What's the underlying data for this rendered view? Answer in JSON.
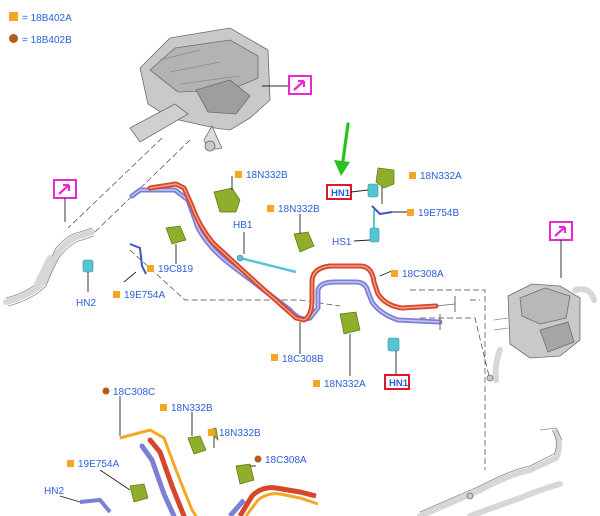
{
  "legend": [
    {
      "marker": "square",
      "color": "#f5a623",
      "text": "= 18B402A"
    },
    {
      "marker": "circle",
      "color": "#b35d1a",
      "text": "= 18B402B"
    }
  ],
  "colors": {
    "hot_hose": "#d4472a",
    "cold_hose": "#7c7fd6",
    "clip": "#8fae2b",
    "sensor": "#58c3d3",
    "highlight_box": "#e0162b",
    "view_icon": "#e52bd0",
    "arrow": "#27c21f",
    "label": "#2b5fd9",
    "square_marker": "#f5a623",
    "circle_marker": "#b35d1a"
  },
  "labels": {
    "l_18n332b_top": "18N332B",
    "l_18n332a_top": "18N332A",
    "l_19e754b": "19E754B",
    "l_18n332b_mid": "18N332B",
    "l_hb1": "HB1",
    "l_hs1": "HS1",
    "l_19c819": "19C819",
    "l_hn2_left": "HN2",
    "l_19e754a_left": "19E754A",
    "l_18c308a_right": "18C308A",
    "l_18c308b": "18C308B",
    "l_18n332a_lower": "18N332A",
    "l_18c308c": "18C308C",
    "l_18n332b_low1": "18N332B",
    "l_18n332b_low2": "18N332B",
    "l_18c308a_low": "18C308A",
    "l_19e754a_low": "19E754A",
    "l_hn2_low": "HN2",
    "l_hn1_top": "HN1",
    "l_hn1_low": "HN1"
  },
  "icons": {
    "view_icon_1": "view-arrow-icon",
    "view_icon_2": "view-arrow-icon",
    "view_icon_3": "view-arrow-icon",
    "pointer": "green-arrow-icon"
  }
}
